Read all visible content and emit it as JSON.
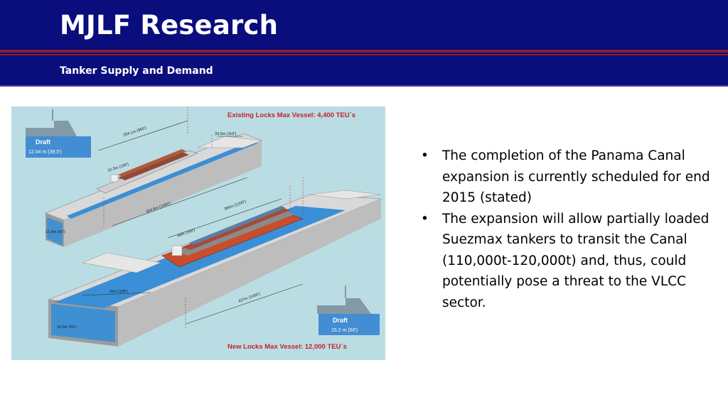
{
  "header": {
    "title": "MJLF Research",
    "subtitle": "Tanker Supply and Demand"
  },
  "figure": {
    "existing_caption": "Existing Locks Max Vessel: 4,400 TEU´s",
    "new_caption": "New Locks Max Vessel: 12,000 TEU´s",
    "draft_label": "Draft",
    "existing_draft": "12.04 m (39.5')",
    "new_draft": "15.2 m (50')",
    "existing_length": "294.1m (965')",
    "existing_width_top": "33.5m (110')",
    "existing_beam": "32.3m (106')",
    "existing_depth": "12.8m (42')",
    "existing_lock_length": "304.8m (1000')",
    "new_ship_length": "366m (1200')",
    "new_beam": "49m (160')",
    "new_width": "55m (180')",
    "new_depth": "18.3m (60')",
    "new_lock_length": "427m (1400')"
  },
  "bullets": [
    "The completion of the Panama Canal expansion is currently scheduled for end 2015 (stated)",
    "The expansion will allow partially loaded Suezmax tankers to transit the Canal (110,000t-120,000t) and, thus, could potentially pose a threat to the VLCC sector."
  ],
  "colors": {
    "header_bg": "#0a0d7c",
    "stripe": "#8b1f2e",
    "figure_bg": "#b9dde3",
    "water": "#3a8fd6",
    "caption_red": "#c8202a"
  }
}
